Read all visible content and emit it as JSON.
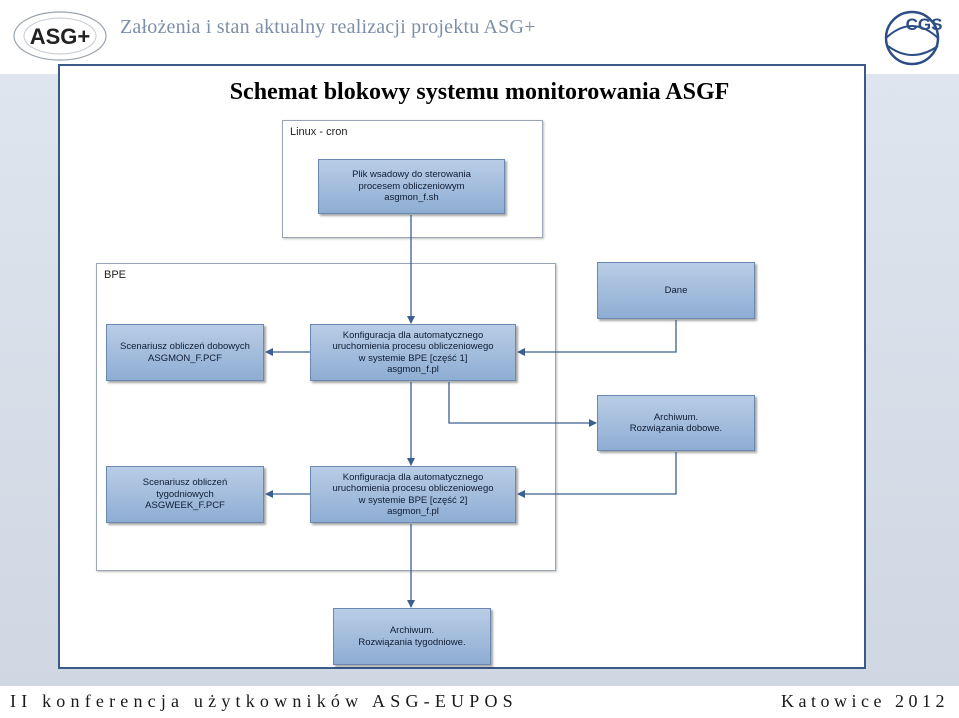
{
  "header": {
    "title": "Założenia i stan aktualny realizacji projektu ASG+",
    "logo_left_text": "ASG+",
    "logo_right_text": "CGS"
  },
  "page_title": "Schemat blokowy systemu monitorowania ASGF",
  "containers": {
    "linux": {
      "label": "Linux - cron"
    },
    "bpe": {
      "label": "BPE"
    }
  },
  "nodes": {
    "batch": [
      "Plik wsadowy do sterowania",
      "procesem obliczeniowym",
      "asgmon_f.sh"
    ],
    "config1": [
      "Konfiguracja dla automatycznego",
      "uruchomienia procesu obliczeniowego",
      "w systemie BPE [część 1]",
      "asgmon_f.pl"
    ],
    "config2": [
      "Konfiguracja dla automatycznego",
      "uruchomienia procesu obliczeniowego",
      "w systemie BPE [część 2]",
      "asgmon_f.pl"
    ],
    "scen_daily": [
      "Scenariusz obliczeń dobowych",
      "ASGMON_F.PCF"
    ],
    "scen_weekly": [
      "Scenariusz obliczeń",
      "tygodniowych",
      "ASGWEEK_F.PCF"
    ],
    "dane": [
      "Dane"
    ],
    "archive_daily": [
      "Archiwum.",
      "Rozwiązania dobowe."
    ],
    "archive_weekly": [
      "Archiwum.",
      "Rozwiązania tygodniowe."
    ]
  },
  "footer": {
    "left": "II konferencja użytkowników ASG-EUPOS",
    "right": "Katowice 2012"
  },
  "colors": {
    "frame": "#3a5a8a",
    "node_top": "#b9cde6",
    "node_bottom": "#8eadd3",
    "arrow": "#3b5f8f"
  }
}
